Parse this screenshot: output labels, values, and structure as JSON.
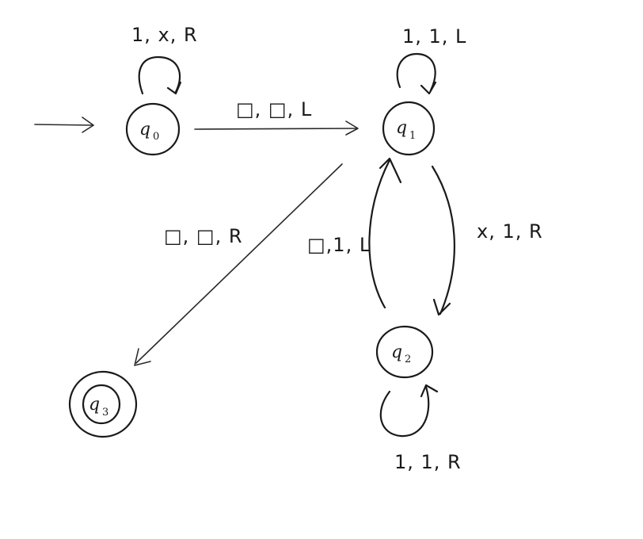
{
  "diagram": {
    "states": [
      {
        "id": "q0",
        "name": "q",
        "sub": "0",
        "start": true,
        "accept": false
      },
      {
        "id": "q1",
        "name": "q",
        "sub": "1",
        "start": false,
        "accept": false
      },
      {
        "id": "q2",
        "name": "q",
        "sub": "2",
        "start": false,
        "accept": false
      },
      {
        "id": "q3",
        "name": "q",
        "sub": "3",
        "start": false,
        "accept": true
      }
    ],
    "transitions": [
      {
        "from": "q0",
        "to": "q0",
        "label": "1, x, R"
      },
      {
        "from": "q0",
        "to": "q1",
        "label": "□, □, L"
      },
      {
        "from": "q1",
        "to": "q1",
        "label": "1, 1, L"
      },
      {
        "from": "q1",
        "to": "q3",
        "label": "□, □, R"
      },
      {
        "from": "q1",
        "to": "q2",
        "label": "x, 1, R"
      },
      {
        "from": "q2",
        "to": "q1",
        "label": "□,1, L"
      },
      {
        "from": "q2",
        "to": "q2",
        "label": "1, 1, R"
      }
    ]
  }
}
